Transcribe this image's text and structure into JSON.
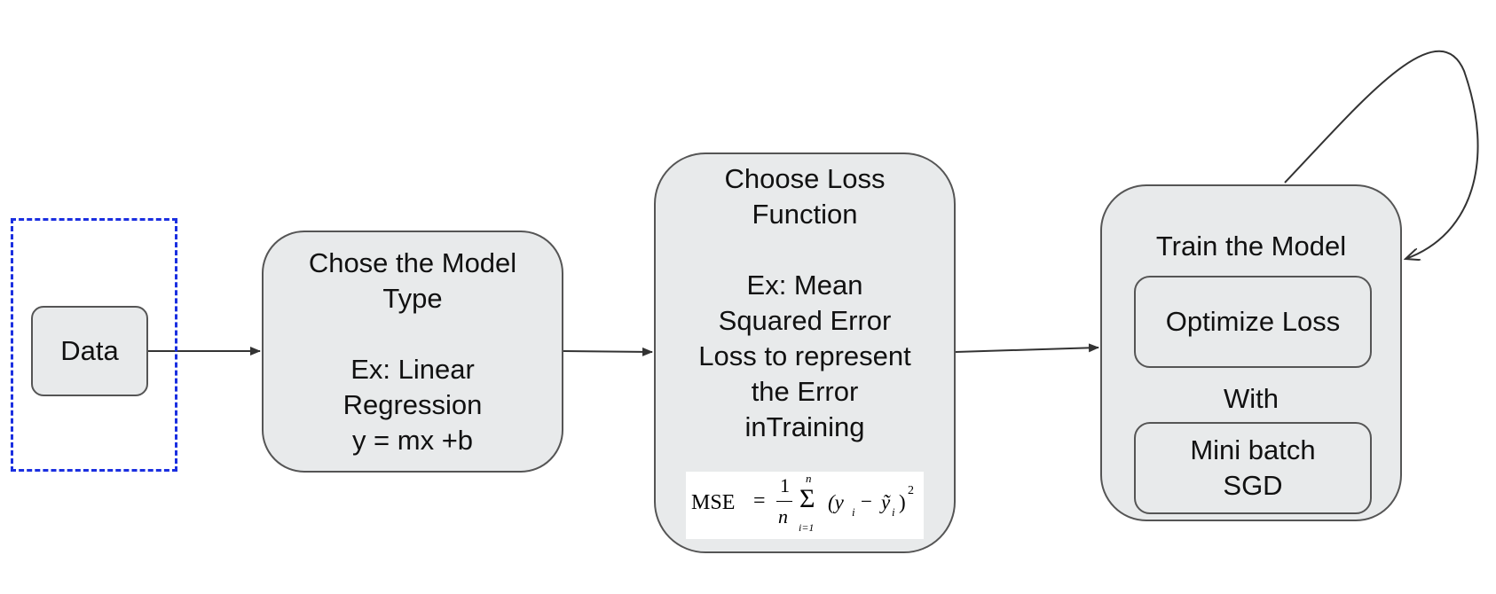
{
  "nodes": {
    "data": {
      "label": "Data"
    },
    "model": {
      "text": "Chose the Model\nType\n\nEx: Linear\nRegression\ny = mx +b"
    },
    "loss": {
      "text": "Choose Loss\nFunction\n\nEx: Mean\nSquared Error\nLoss to represent\nthe Error\ninTraining",
      "formula": {
        "lhs": "MSE",
        "equals": "=",
        "frac_num": "1",
        "frac_den": "n",
        "sum": "Σ",
        "sum_upper": "n",
        "sum_lower": "i=1",
        "term": "(y",
        "sub_i": "i",
        "minus": "−",
        "yhat": "ỹ",
        "sub_i2": "i",
        "close": ")",
        "power": "2"
      }
    },
    "train": {
      "title": "Train the Model",
      "optimize": "Optimize Loss",
      "with": "With",
      "method": "Mini batch\nSGD"
    }
  },
  "colors": {
    "node_fill": "#e8eaeb",
    "node_stroke": "#555555",
    "arrow": "#333333",
    "selection": "#1a2fe0"
  }
}
